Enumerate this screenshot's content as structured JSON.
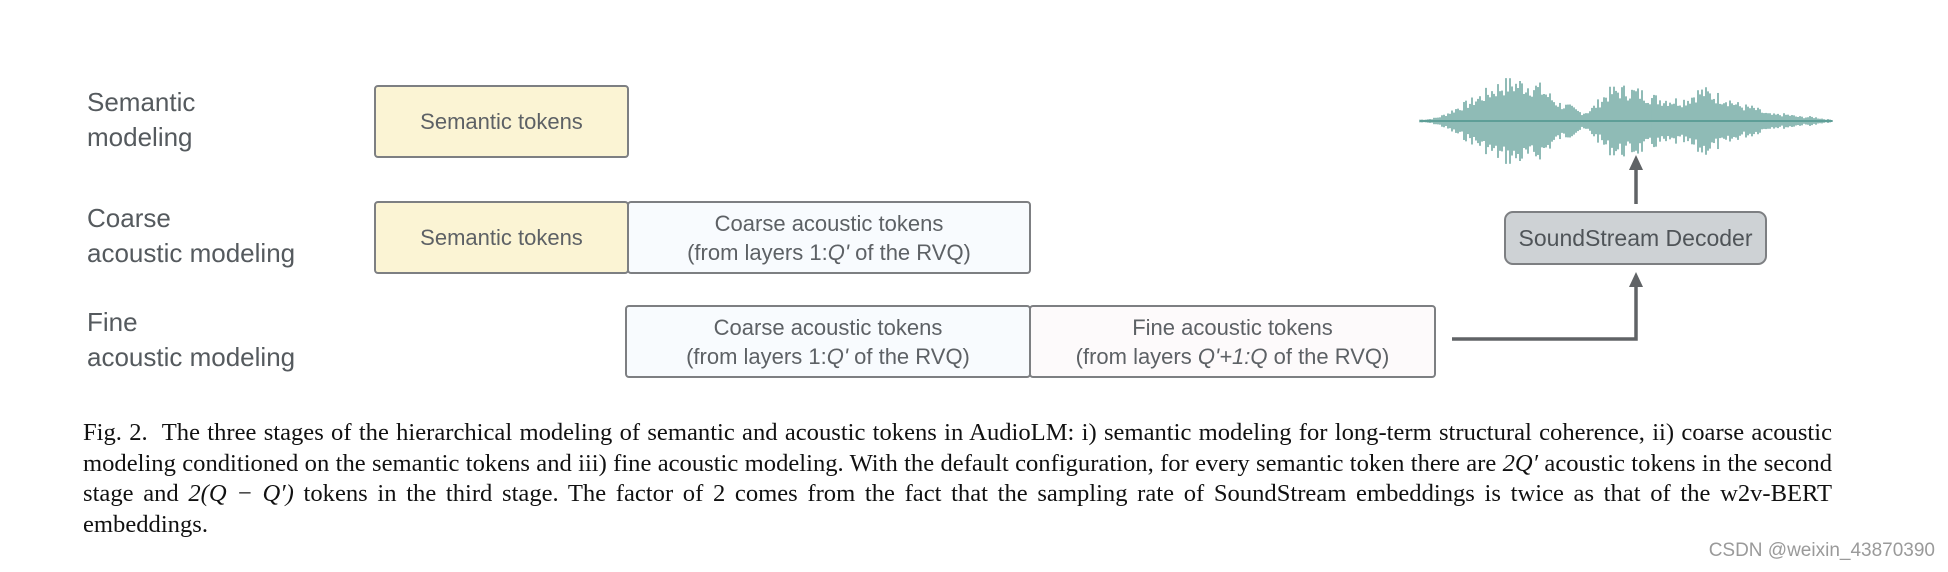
{
  "stages": {
    "semantic": {
      "line1": "Semantic",
      "line2": "modeling"
    },
    "coarse": {
      "line1": "Coarse",
      "line2": "acoustic modeling"
    },
    "fine": {
      "line1": "Fine",
      "line2": "acoustic modeling"
    }
  },
  "boxes": {
    "semantic_tokens_row1": "Semantic tokens",
    "semantic_tokens_row2": "Semantic tokens",
    "coarse_row2": {
      "line1": "Coarse acoustic tokens",
      "line2_prefix": "(from layers 1:",
      "line2_var": "Q'",
      "line2_suffix": " of the RVQ)"
    },
    "coarse_row3": {
      "line1": "Coarse acoustic tokens",
      "line2_prefix": "(from layers 1:",
      "line2_var": "Q'",
      "line2_suffix": " of the RVQ)"
    },
    "fine_row3": {
      "line1": "Fine acoustic tokens",
      "line2_prefix": "(from layers ",
      "line2_var": "Q'+1:Q",
      "line2_suffix": " of the RVQ)"
    },
    "decoder": "SoundStream Decoder"
  },
  "colors": {
    "semantic_fill": "#fbf4d4",
    "coarse_fill": "#f8fbfe",
    "fine_fill": "#fdfafb",
    "decoder_fill": "#ced2d5",
    "waveform": "#5f9e97",
    "arrow": "#606366"
  },
  "icons": {
    "waveform": "audio-waveform-icon"
  },
  "caption": {
    "fig_label": "Fig. 2.",
    "part1": "The three stages of the hierarchical modeling of semantic and acoustic tokens in AudioLM: i) semantic modeling for long-term structural coherence, ii) coarse acoustic modeling conditioned on the semantic tokens and iii) fine acoustic modeling. With the default configuration, for every semantic token there are ",
    "math1": "2Q′",
    "part2": " acoustic tokens in the second stage and ",
    "math2": "2(Q − Q′)",
    "part3": " tokens in the third stage. The factor of 2 comes from the fact that the sampling rate of SoundStream embeddings is twice as that of the w2v-BERT embeddings."
  },
  "watermark": "CSDN @weixin_43870390"
}
